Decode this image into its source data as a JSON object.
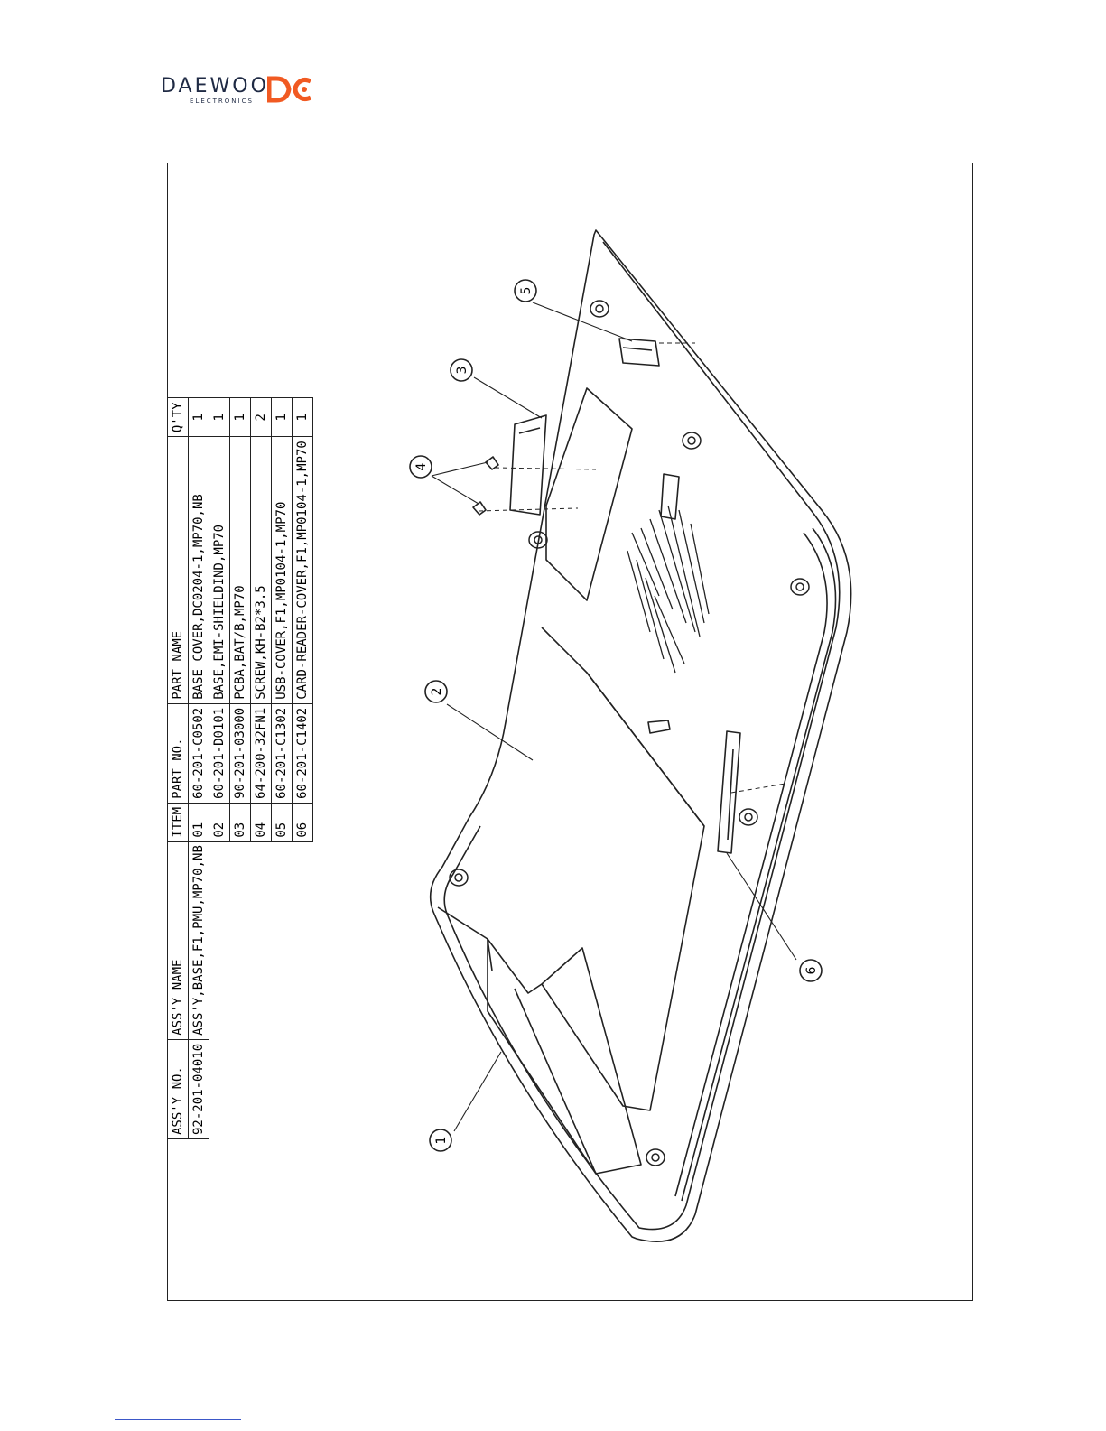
{
  "brand": {
    "name": "DAEWOO",
    "sub": "ELECTRONICS",
    "accent": "#f15a22",
    "text_color": "#1f2a44"
  },
  "assembly_table": {
    "headers": [
      "ASS'Y NO.",
      "ASS'Y NAME"
    ],
    "row": [
      "92-201-04010",
      "ASS'Y,BASE,F1,PMU,MP70,NB"
    ]
  },
  "parts_table": {
    "headers": [
      "ITEM",
      "PART NO.",
      "PART NAME",
      "Q'TY"
    ],
    "rows": [
      [
        "01",
        "60-201-C0502",
        "BASE COVER,DC0204-1,MP70,NB",
        "1"
      ],
      [
        "02",
        "60-201-D0101",
        "BASE,EMI-SHIELDIND,MP70",
        "1"
      ],
      [
        "03",
        "90-201-03000",
        "PCBA,BAT/B,MP70",
        "1"
      ],
      [
        "04",
        "64-200-32FN1",
        "SCREW,KH-B2*3.5",
        "2"
      ],
      [
        "05",
        "60-201-C1302",
        "USB-COVER,F1,MP0104-1,MP70",
        "1"
      ],
      [
        "06",
        "60-201-C1402",
        "CARD-READER-COVER,F1,MP0104-1,MP70",
        "1"
      ]
    ]
  },
  "callouts": [
    "1",
    "2",
    "3",
    "4",
    "5",
    "6"
  ]
}
